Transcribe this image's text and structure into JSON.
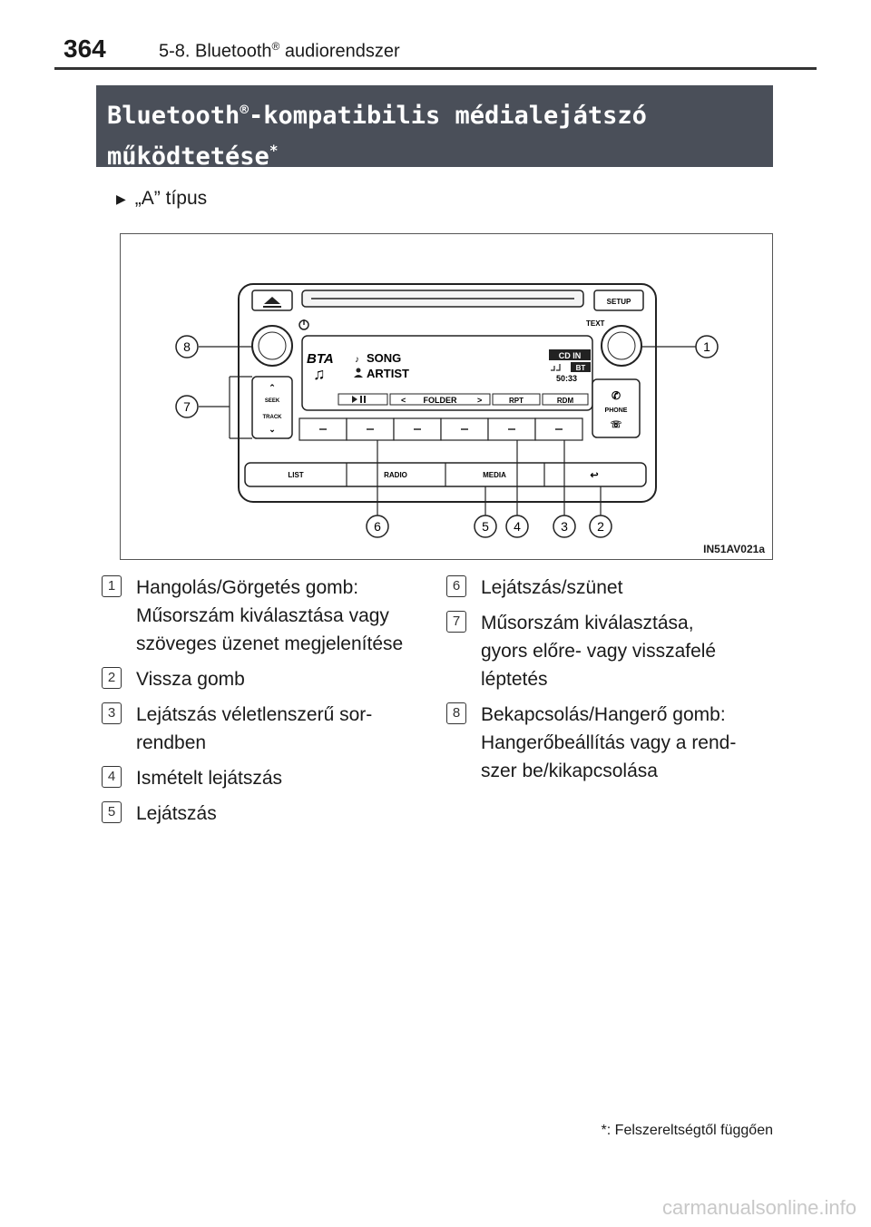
{
  "header": {
    "page_number": "364",
    "section_prefix": "5-8. Bluetooth",
    "section_reg": "®",
    "section_suffix": " audiorendszer"
  },
  "title": {
    "line1_a": "Bluetooth",
    "line1_reg": "®",
    "line1_b": "-kompatibilis médialejátszó",
    "line2": "működtetése",
    "line2_star": "*"
  },
  "type_label": "„A” típus",
  "figure": {
    "code": "IN51AV021a",
    "display": {
      "logo": "BTA",
      "song": "SONG",
      "artist": "ARTIST",
      "cd_in": "CD IN",
      "bt": "BT",
      "time": "50:33"
    },
    "softkeys": [
      "FOLDER",
      "RPT",
      "RDM"
    ],
    "buttons": {
      "setup": "SETUP",
      "text": "TEXT",
      "phone": "PHONE",
      "seek": "SEEK",
      "track": "TRACK",
      "list": "LIST",
      "radio": "RADIO",
      "media": "MEDIA"
    },
    "callouts": [
      "1",
      "2",
      "3",
      "4",
      "5",
      "6",
      "7",
      "8"
    ]
  },
  "legend": {
    "left": [
      {
        "num": "1",
        "text": "Hangolás/Görgetés gomb:\nMűsorszám kiválasztása vagy\nszöveges üzenet megjelenítése"
      },
      {
        "num": "2",
        "text": "Vissza gomb"
      },
      {
        "num": "3",
        "text": "Lejátszás véletlenszerű sor-\nrendben"
      },
      {
        "num": "4",
        "text": "Ismételt lejátszás"
      },
      {
        "num": "5",
        "text": "Lejátszás"
      }
    ],
    "right": [
      {
        "num": "6",
        "text": "Lejátszás/szünet"
      },
      {
        "num": "7",
        "text": "Műsorszám kiválasztása,\ngyors előre- vagy visszafelé\nléptetés"
      },
      {
        "num": "8",
        "text": "Bekapcsolás/Hangerő gomb:\nHangerőbeállítás vagy a rend-\nszer be/kikapcsolása"
      }
    ]
  },
  "footnote": {
    "star": "*",
    "text": ": Felszereltségtől függően"
  },
  "watermark": "carmanualsonline.info"
}
